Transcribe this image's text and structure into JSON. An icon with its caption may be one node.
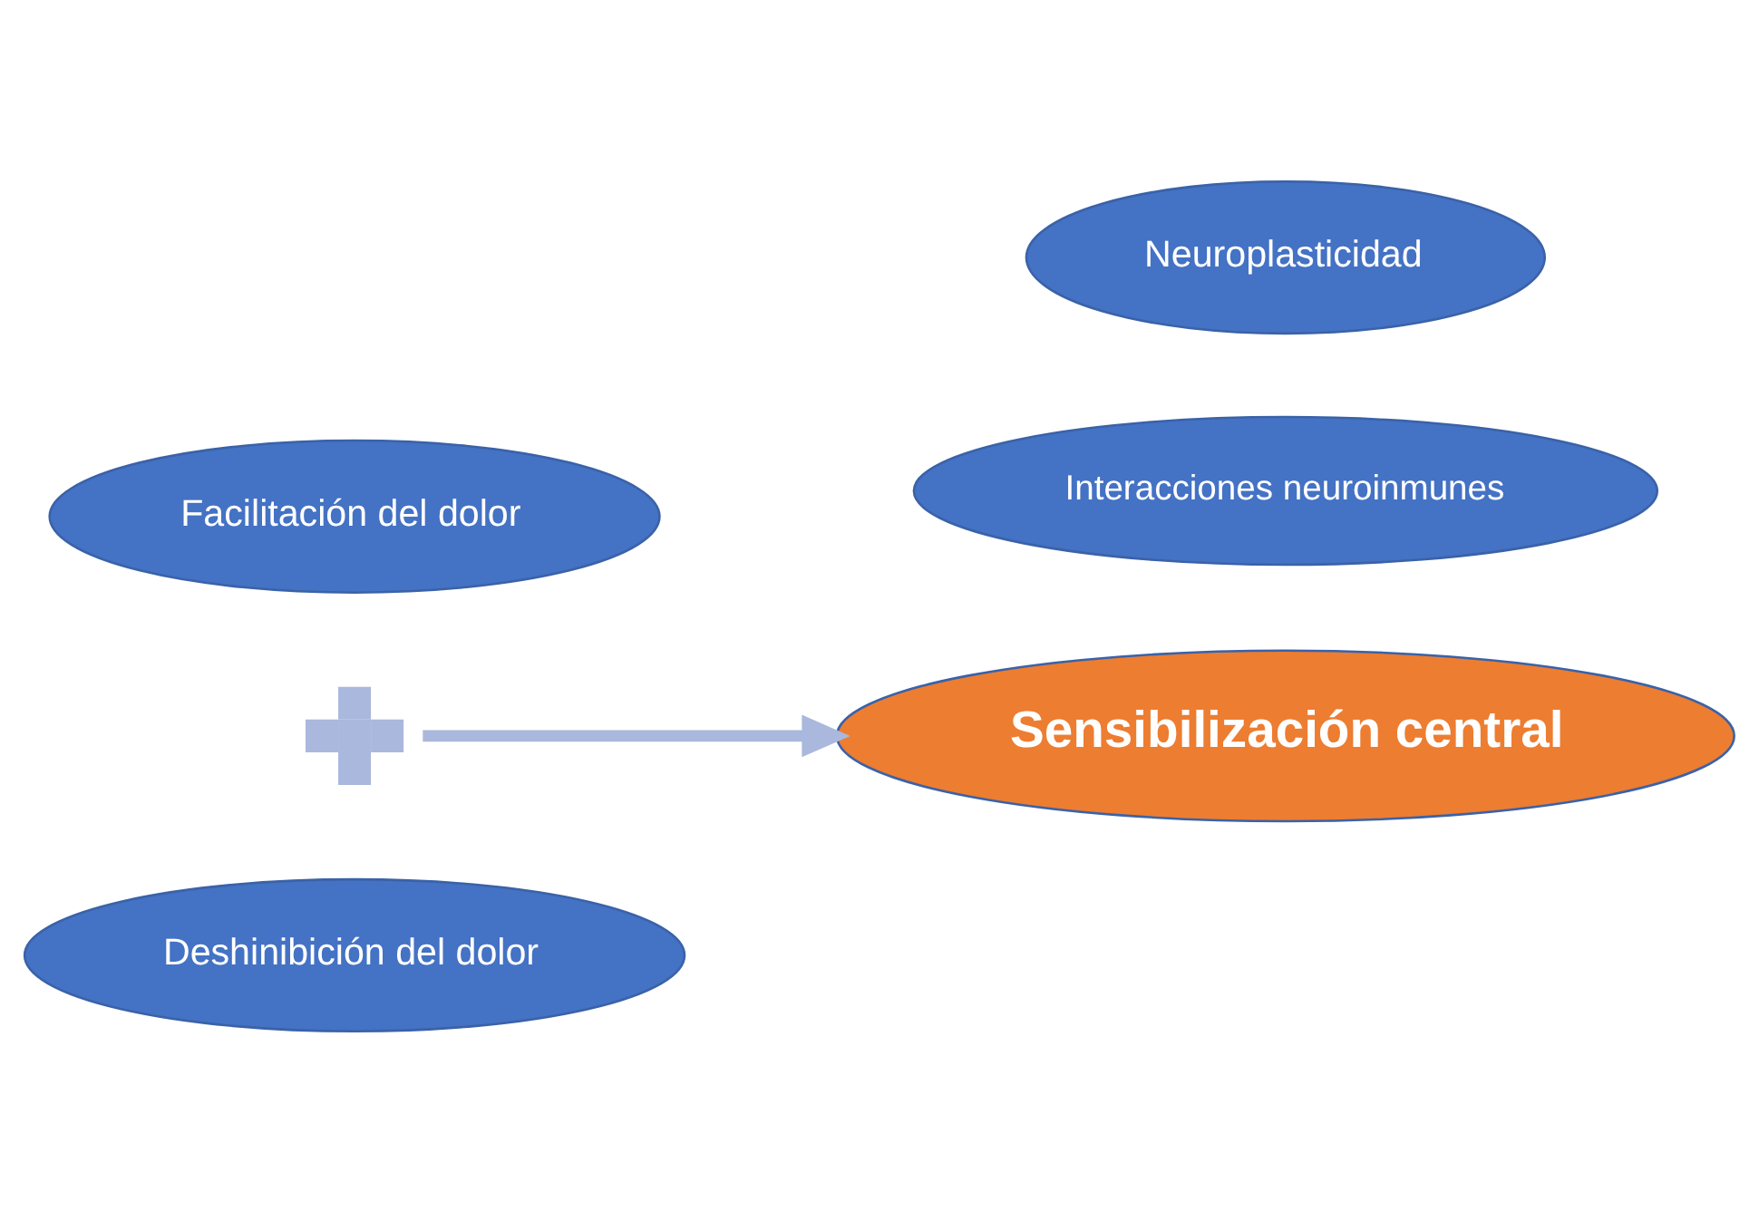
{
  "diagram": {
    "nodes": [
      {
        "text": [
          "Facilitación del dolor"
        ]
      },
      {
        "text": [],
        "shape": "plus"
      },
      {
        "text": [
          "Deshinibición del dolor"
        ]
      },
      {
        "text": [
          "Sensibilización central"
        ]
      },
      {
        "text": [
          "Neuroplasticidad"
        ]
      },
      {
        "text": [
          "Interacciones neuroinmunes"
        ]
      }
    ],
    "edges": [
      {
        "from": 1,
        "to": 3,
        "arrow": "to"
      }
    ]
  }
}
